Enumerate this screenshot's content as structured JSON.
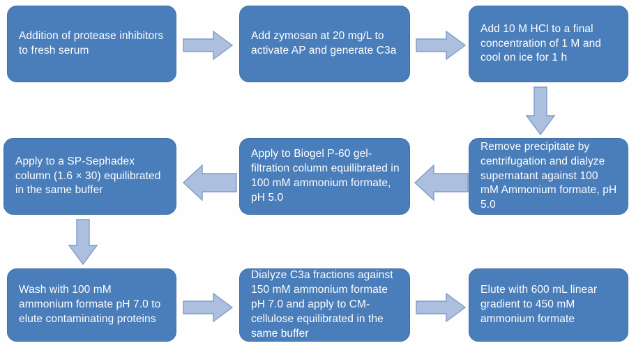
{
  "diagram": {
    "title": "C3a purification protocol flowchart",
    "background_color": "#fefefe",
    "node_fill_color": "#4a7ebb",
    "node_border_color": "#3f6fa6",
    "node_text_color": "#ffffff",
    "arrow_fill_color": "#adbfdf",
    "arrow_border_color": "#7e9bc9",
    "nodes": [
      {
        "id": "step-1",
        "name": "addition-of-protease-inhibitors",
        "text": "Addition of protease inhibitors to fresh serum"
      },
      {
        "id": "step-2",
        "name": "add-zymosan",
        "text": "Add zymosan at 20 mg/L to activate AP and generate C3a"
      },
      {
        "id": "step-3",
        "name": "add-hcl",
        "text": "Add 10 M HCl to a final concentration of 1 M and cool on ice for 1 h"
      },
      {
        "id": "step-4",
        "name": "remove-precipitate",
        "text": "Remove precipitate by centrifugation and dialyze supernatant against 100 mM Ammonium formate, pH 5.0"
      },
      {
        "id": "step-5",
        "name": "apply-biogel-p60",
        "text": "Apply to Biogel P-60 gel-filtration column equilibrated in 100 mM ammonium formate, pH 5.0"
      },
      {
        "id": "step-6",
        "name": "apply-sp-sephadex",
        "text": "Apply to a SP-Sephadex column (1.6 × 30) equilibrated in the same buffer"
      },
      {
        "id": "step-7",
        "name": "wash-ammonium-formate",
        "text": "Wash with 100 mM ammonium formate pH 7.0 to elute contaminating proteins"
      },
      {
        "id": "step-8",
        "name": "dialyze-c3a-fractions",
        "text": "Dialyze C3a fractions against 150 mM ammonium formate pH 7.0 and apply to CM-cellulose equilibrated in the same buffer"
      },
      {
        "id": "step-9",
        "name": "elute-linear-gradient",
        "text": "Elute with 600 mL linear gradient to 450 mM ammonium formate"
      }
    ],
    "arrows": [
      {
        "id": "arrow-1",
        "name": "arrow-right-step1-step2",
        "direction": "right"
      },
      {
        "id": "arrow-2",
        "name": "arrow-right-step2-step3",
        "direction": "right"
      },
      {
        "id": "arrow-3",
        "name": "arrow-down-step3-step4",
        "direction": "down"
      },
      {
        "id": "arrow-4",
        "name": "arrow-left-step4-step5",
        "direction": "left"
      },
      {
        "id": "arrow-5",
        "name": "arrow-left-step5-step6",
        "direction": "left"
      },
      {
        "id": "arrow-6",
        "name": "arrow-down-step6-step7",
        "direction": "down"
      },
      {
        "id": "arrow-7",
        "name": "arrow-right-step7-step8",
        "direction": "right"
      },
      {
        "id": "arrow-8",
        "name": "arrow-right-step8-step9",
        "direction": "right"
      }
    ]
  }
}
